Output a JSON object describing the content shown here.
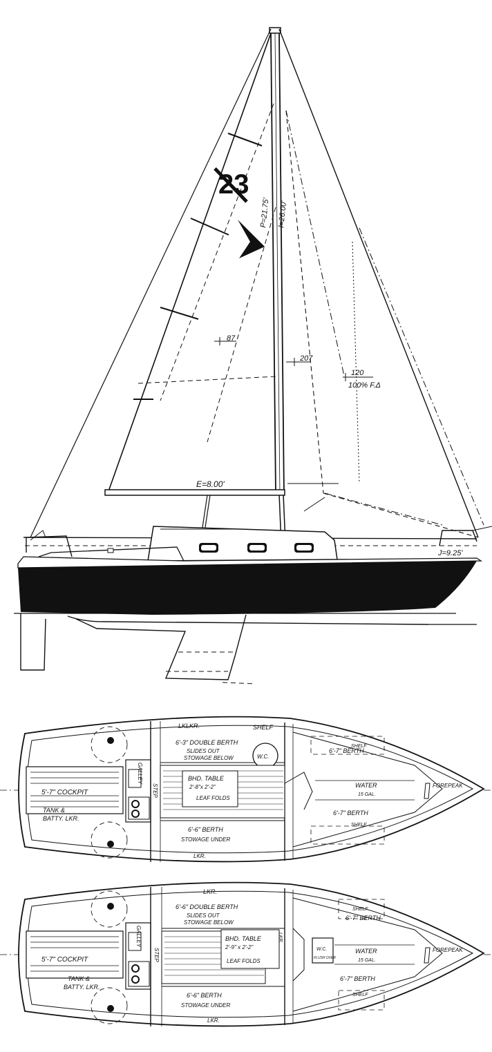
{
  "profile": {
    "sail_number": "23",
    "mast_p": "P=21.75'",
    "mast_i": "I=26.00'",
    "boom_e": "E=8.00'",
    "foretriangle_j": "J=9.25'",
    "sail_87": "87",
    "sail_207": "207",
    "sail_120": "120",
    "foretriangle_pct": "100% F.Δ"
  },
  "plan_a": {
    "labels": {
      "locker_fwd": "LKLKR.",
      "shelf": "SHELF",
      "double_berth": "6'-3\" DOUBLE BERTH",
      "slides_out": "SLIDES OUT",
      "stowage_below": "STOWAGE BELOW",
      "wc": "W.C.",
      "galley": "GALLEY",
      "bhd_table": "BHD. TABLE",
      "table_size": "2'-8\"x 2'-2\"",
      "leaf_folds": "LEAF FOLDS",
      "step": "STEP",
      "cockpit": "5'-7\" COCKPIT",
      "tank": "TANK &",
      "batty": "BATTY. LKR.",
      "berth_aft": "6'-6\" BERTH",
      "stowage_under": "STOWAGE UNDER",
      "locker_aft": "LKR.",
      "vberth_top": "6'-7\" BERTH",
      "vberth_top_shelf": "SHELF",
      "vberth_bottom": "6'-7\" BERTH",
      "vberth_bottom_shelf": "SHELF",
      "water": "WATER",
      "water_gal": "15 GAL.",
      "forepeak": "FOREPEAK"
    }
  },
  "plan_b": {
    "labels": {
      "locker_fwd": "LKR.",
      "double_berth": "6'-6\" DOUBLE BERTH",
      "slides_out": "SLIDES OUT",
      "stowage_below": "STOWAGE BELOW",
      "galley": "GALLEY",
      "step": "STEP",
      "cockpit": "5'-7\" COCKPIT",
      "tank": "TANK &",
      "batty": "BATTY. LKR.",
      "bhd_table": "BHD. TABLE",
      "table_size": "2'-9\" x 2'-2\"",
      "leaf_folds": "LEAF FOLDS",
      "lkr": "LKR.",
      "wc": "W.C.",
      "wc_note": "FLUSH OVER",
      "berth_aft": "6'-6\" BERTH",
      "stowage_under": "STOWAGE UNDER",
      "locker_aft": "LKR.",
      "vberth_top": "6'-7\" BERTH",
      "vberth_top_shelf": "SHELF",
      "vberth_bottom": "6'-7\" BERTH",
      "vberth_bottom_shelf": "SHELF",
      "water": "WATER",
      "water_gal": "15 GAL.",
      "forepeak": "FOREPEAK"
    }
  }
}
